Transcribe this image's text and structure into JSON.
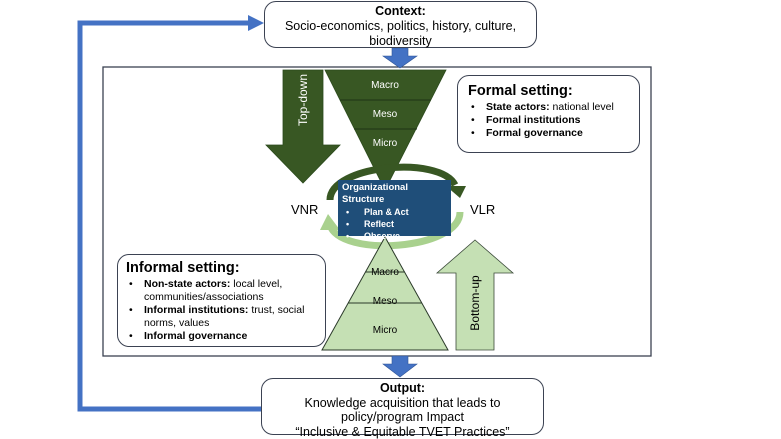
{
  "context": {
    "title": "Context:",
    "body": "Socio-economics, politics, history, culture, biodiversity",
    "line1": "Socio-economics, politics, history, culture,",
    "line2": "biodiversity"
  },
  "output": {
    "title": "Output:",
    "line1": "Knowledge acquisition that leads to",
    "line2": "policy/program Impact",
    "line3": "“Inclusive & Equitable TVET Practices”"
  },
  "formal_setting": {
    "title": "Formal setting:",
    "items": [
      {
        "bold": "State actors:",
        "text": " national level"
      },
      {
        "bold": "Formal institutions",
        "text": ""
      },
      {
        "bold": "Formal governance",
        "text": ""
      }
    ]
  },
  "informal_setting": {
    "title": "Informal setting:",
    "items": [
      {
        "bold": "Non-state actors:",
        "text": " local level, communities/associations"
      },
      {
        "bold": "Informal institutions:",
        "text": " trust, social norms, values"
      },
      {
        "bold": "Informal governance",
        "text": ""
      }
    ]
  },
  "top_funnel": {
    "layers": [
      "Macro",
      "Meso",
      "Micro"
    ]
  },
  "bottom_pyramid": {
    "layers": [
      "Macro",
      "Meso",
      "Micro"
    ]
  },
  "arrows": {
    "top_down": "Top-down",
    "bottom_up": "Bottom-up"
  },
  "cycle": {
    "left_label": "VNR",
    "right_label": "VLR",
    "center_title": "Organizational Structure",
    "steps": [
      "Plan & Act",
      "Reflect",
      "Observe"
    ]
  },
  "colors": {
    "dark_green": "#385723",
    "light_green": "#c5e0b4",
    "navy": "#1f4e79",
    "flow_blue": "#4472c4"
  }
}
